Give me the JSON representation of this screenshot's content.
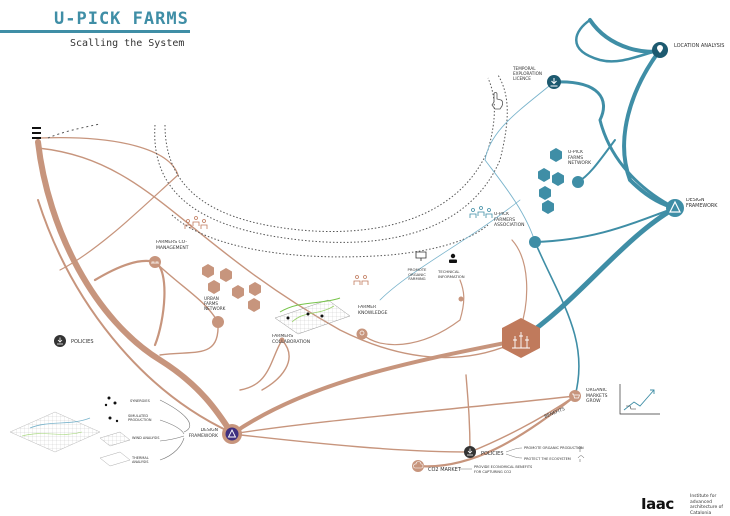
{
  "header": {
    "title": "U-PICK FARMS",
    "subtitle": "Scalling the System"
  },
  "logo": {
    "mark": "Iaac",
    "text": "Institute for advanced architecture of Catalonia"
  },
  "colors": {
    "accent": "#3f8ea6",
    "brown": "#c7957d",
    "brown_dark": "#b78066",
    "dotted": "#555555",
    "light_blue": "#7ab4cc"
  },
  "nodes": {
    "location_analysis": "LOCATION ANALYSIS",
    "temporal_exploration": "TEMPORAL EXPLORATION LICENCE",
    "upick_farms_network": "U-PICK FARMS NETWORK",
    "design_framework_right": "DESIGN FRAMEWORK",
    "upick_farmers_association": "U-PICK FARMERS ASSOCIATION",
    "promote_organic_farming": "PROMOTE ORGANIC FARMING",
    "technical_information": "TECHNICAL INFORMATION",
    "farmer_knowledge": "FARMER KNOWLEDGE",
    "farmers_comanagement": "FARMERS CO-MANAGEMENT",
    "urban_farms_network": "URBAN FARMS NETWORK",
    "farmers_collaboration": "FARMERS COLLABORATION",
    "policies_left": "POLICIES",
    "organic_markets_grow": "ORGANIC MARKETS GROW",
    "benefits": "BENEFITS",
    "design_framework_left": "DESIGN FRAMEWORK",
    "synergies": "SYNERGIES",
    "simulated_production": "SIMULATED PRODUCTION",
    "wind_analysis": "WIND ANALYSIS",
    "thermal_analysis": "THERMAL ANALYSIS",
    "policies_bottom": "POLICIES",
    "promote_organic_production": "PROMOTE ORGANIC PRODUCTION",
    "protect_the_ecosystem": "PROTECT THE ECOSYSTEM",
    "co2_market": "CO2 MARKET",
    "provide_economical_benefits": "PROVIDE ECONOMICAL BENEFITS FOR CAPTURING CO2"
  }
}
